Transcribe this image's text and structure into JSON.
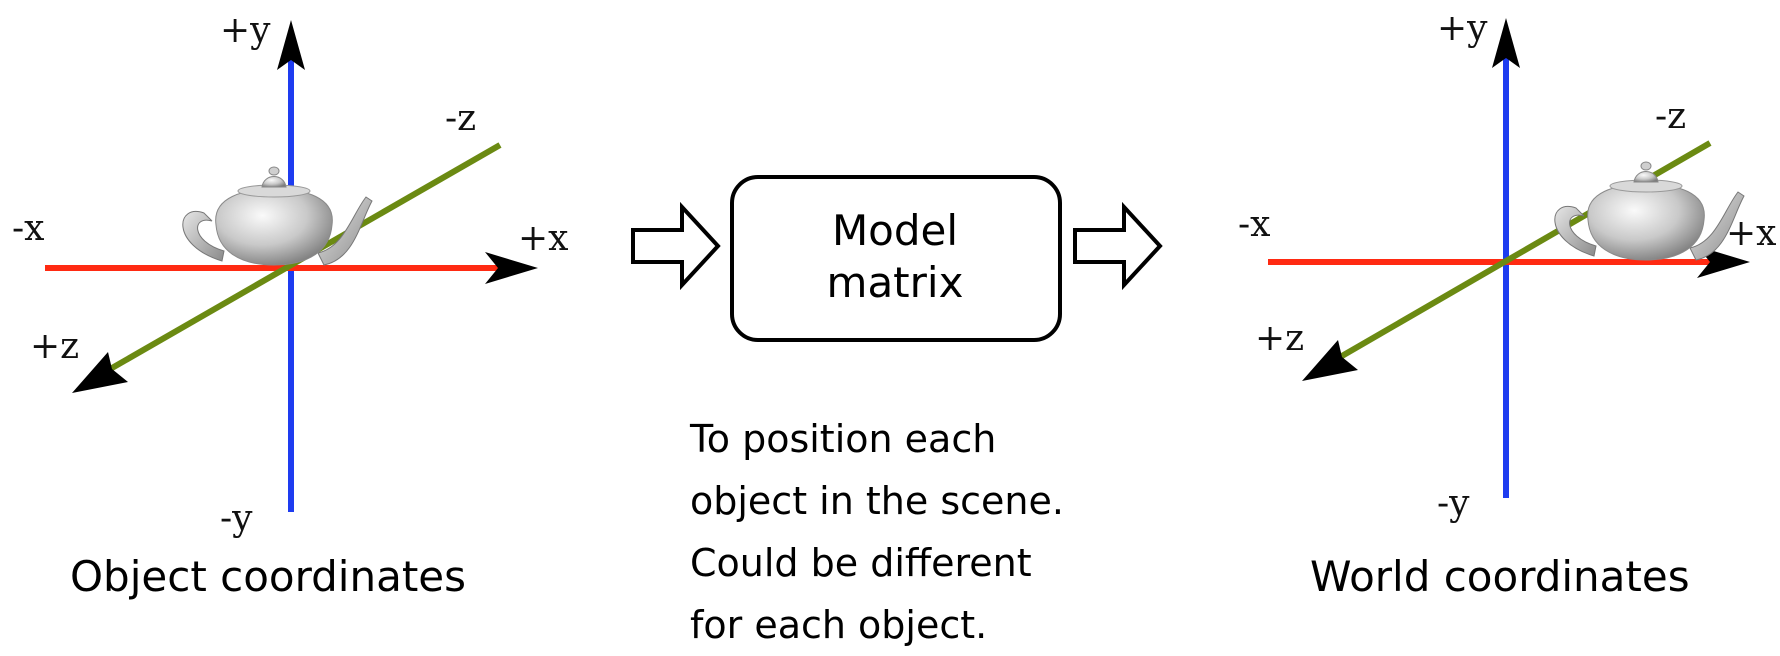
{
  "left_diagram": {
    "axes": {
      "plus_y": "+y",
      "minus_y": "-y",
      "plus_x": "+x",
      "minus_x": "-x",
      "plus_z": "+z",
      "minus_z": "-z"
    },
    "object_icon": "teapot-icon",
    "caption": "Object coordinates"
  },
  "transform": {
    "box_label_line1": "Model",
    "box_label_line2": "matrix",
    "note_lines": [
      "To position each",
      "object in the scene.",
      "Could be different",
      "for each object."
    ],
    "arrow_icon": "hollow-right-arrow-icon"
  },
  "right_diagram": {
    "axes": {
      "plus_y": "+y",
      "minus_y": "-y",
      "plus_x": "+x",
      "minus_x": "-x",
      "plus_z": "+z",
      "minus_z": "-z"
    },
    "object_icon": "teapot-icon",
    "caption": "World coordinates"
  },
  "colors": {
    "x_axis": "#ff2a12",
    "y_axis": "#1e3cf0",
    "z_axis": "#6b8a12",
    "arrowhead": "#000000"
  }
}
